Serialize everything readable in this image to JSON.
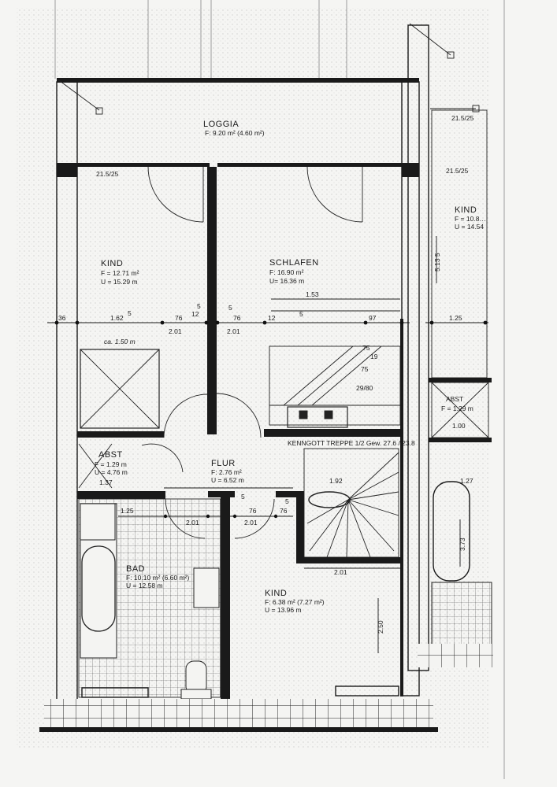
{
  "rooms": {
    "loggia": {
      "name": "LOGGIA",
      "area": "F: 9.20 m² (4.60 m²)"
    },
    "kind_left": {
      "name": "KIND",
      "area": "F = 12.71 m²",
      "perimeter": "U = 15.29 m"
    },
    "schlafen": {
      "name": "SCHLAFEN",
      "area": "F: 16.90 m²",
      "perimeter": "U= 16.36 m"
    },
    "abst": {
      "name": "ABST",
      "area": "F = 1.29 m",
      "perimeter": "U = 4.76 m"
    },
    "flur": {
      "name": "FLUR",
      "area": "F: 2.76 m²",
      "perimeter": "U = 6.52 m"
    },
    "bad": {
      "name": "BAD",
      "area": "F: 10.10 m² (6.60 m²)",
      "perimeter": "U = 12.58 m"
    },
    "kind_bottom": {
      "name": "KIND",
      "area": "F: 6.38 m² (7.27 m²)",
      "perimeter": "U = 13.96 m"
    },
    "kind_right": {
      "name": "KIND",
      "area": "F = 10.8…",
      "perimeter": "U = 14.54"
    },
    "abst_right": {
      "name": "ABST",
      "area": "F = 1.29 m"
    }
  },
  "stair_label": "KENNGOTT TREPPE 1/2 Gew. 27.6 / 23.8",
  "note_ca": "ca. 1.50 m",
  "window_marks": {
    "left": "21.5/25",
    "right_top": "21.5/25",
    "right_mid": "21.5/25"
  },
  "dimensions": {
    "row": [
      "36",
      "1.62",
      "5",
      "76",
      "12",
      "5",
      "5",
      "76",
      "12",
      "5",
      "97",
      "1.25"
    ],
    "sub_row": [
      "2.01",
      "2.01"
    ],
    "stair_top": "1.53",
    "stair_steps": [
      "75",
      "19",
      "75",
      "29/80"
    ],
    "abst_width": "1.37",
    "flur_row": [
      "1.25",
      "2.01",
      "76",
      "5",
      "2.01",
      "76",
      "5",
      "1.92"
    ],
    "stair_bottom": "2.01",
    "right_vertical": "5.13 5",
    "right_tub": "3.73",
    "kind_vertical": "2.50",
    "right_abst_dim": "1.00",
    "right_bath_dim": "1.27"
  }
}
